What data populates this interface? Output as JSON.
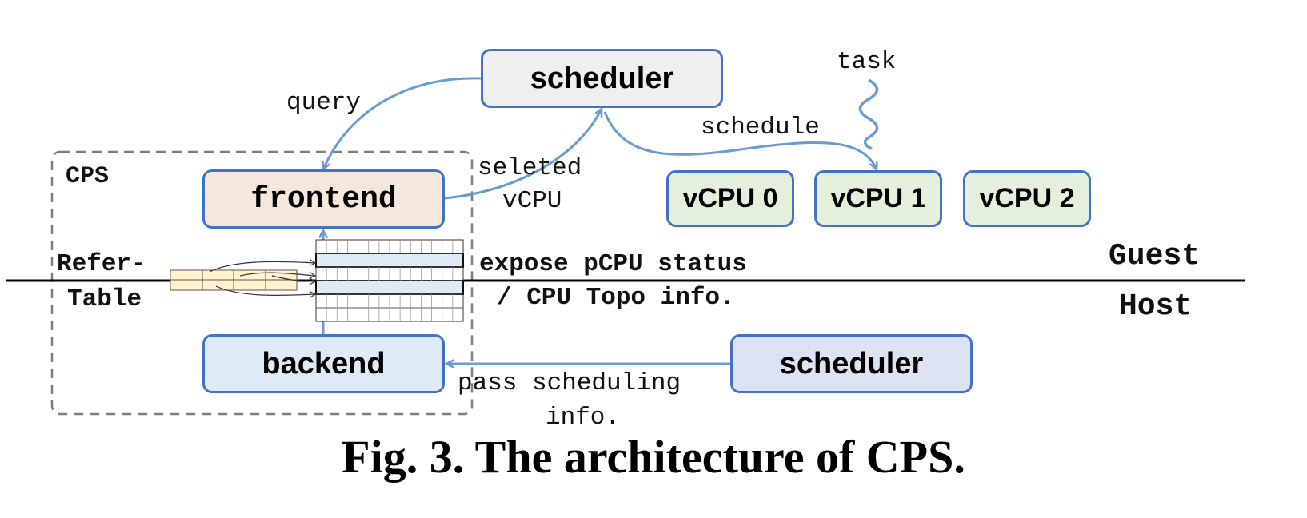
{
  "boxes": {
    "guest_scheduler": "scheduler",
    "frontend": "frontend",
    "backend": "backend",
    "host_scheduler": "scheduler",
    "vcpus": [
      "vCPU 0",
      "vCPU 1",
      "vCPU 2"
    ]
  },
  "labels": {
    "cps": "CPS",
    "query": "query",
    "task": "task",
    "schedule": "schedule",
    "selected_line1": "seleted",
    "selected_line2": "vCPU",
    "refer_line1": "Refer-",
    "refer_line2": "Table",
    "expose_line1": "expose pCPU status",
    "expose_line2": "/ CPU Topo info.",
    "guest": "Guest",
    "host": "Host",
    "pass_line1": "pass scheduling",
    "pass_line2": "info."
  },
  "caption": "Fig. 3. The architecture of CPS.",
  "colors": {
    "box_border": "#4472C4",
    "arrow": "#6A9BD1",
    "scheduler_fill": "#EFEFEF",
    "frontend_fill": "#F6E7DC",
    "backend_fill": "#DEEAF6",
    "host_scheduler_fill": "#DCE3F2",
    "vcpu_fill": "#E4EFDC",
    "refer_table_fill": "#FFF2CC"
  }
}
